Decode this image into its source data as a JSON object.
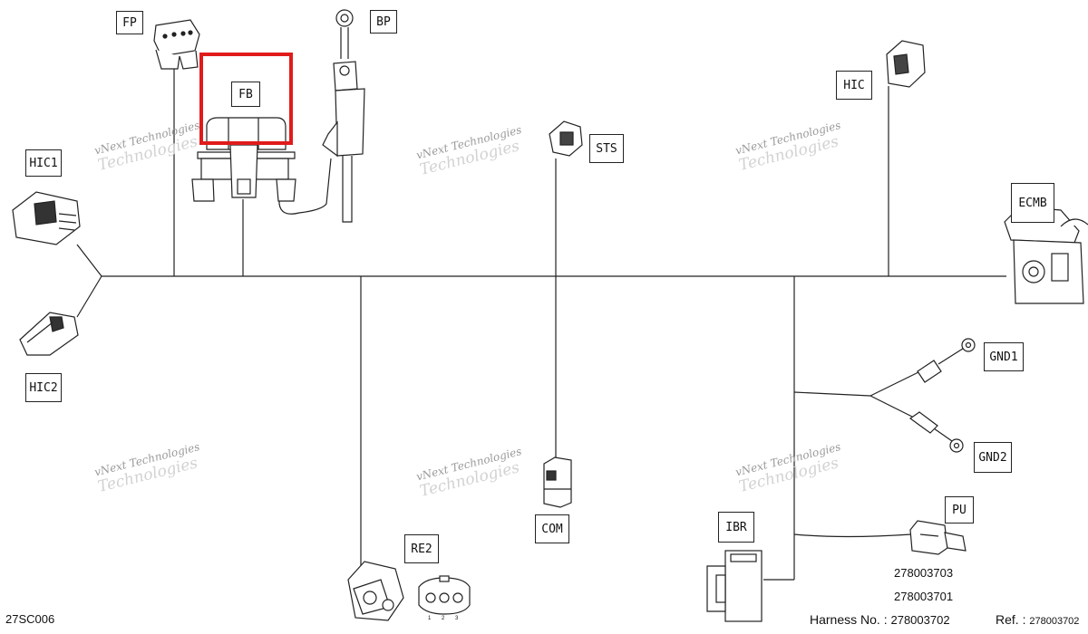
{
  "labels": {
    "fp": "FP",
    "bp": "BP",
    "fb": "FB",
    "hic1": "HIC1",
    "hic2": "HIC2",
    "sts": "STS",
    "hic": "HIC",
    "ecmb": "ECMB",
    "gnd1": "GND1",
    "gnd2": "GND2",
    "pu": "PU",
    "ibr": "IBR",
    "com": "COM",
    "re2": "RE2"
  },
  "part_numbers": [
    "278003703",
    "278003701"
  ],
  "pin_numbers": [
    "1",
    "2",
    "3"
  ],
  "footer": {
    "code": "27SC006",
    "harness_label": "Harness No. :",
    "harness_value": "278003702",
    "ref_label": "Ref. :",
    "ref_value": "278003702"
  },
  "watermark": {
    "line1": "vNext Technologies",
    "line2": "Technologies"
  },
  "highlight_color": "#e01b1b"
}
